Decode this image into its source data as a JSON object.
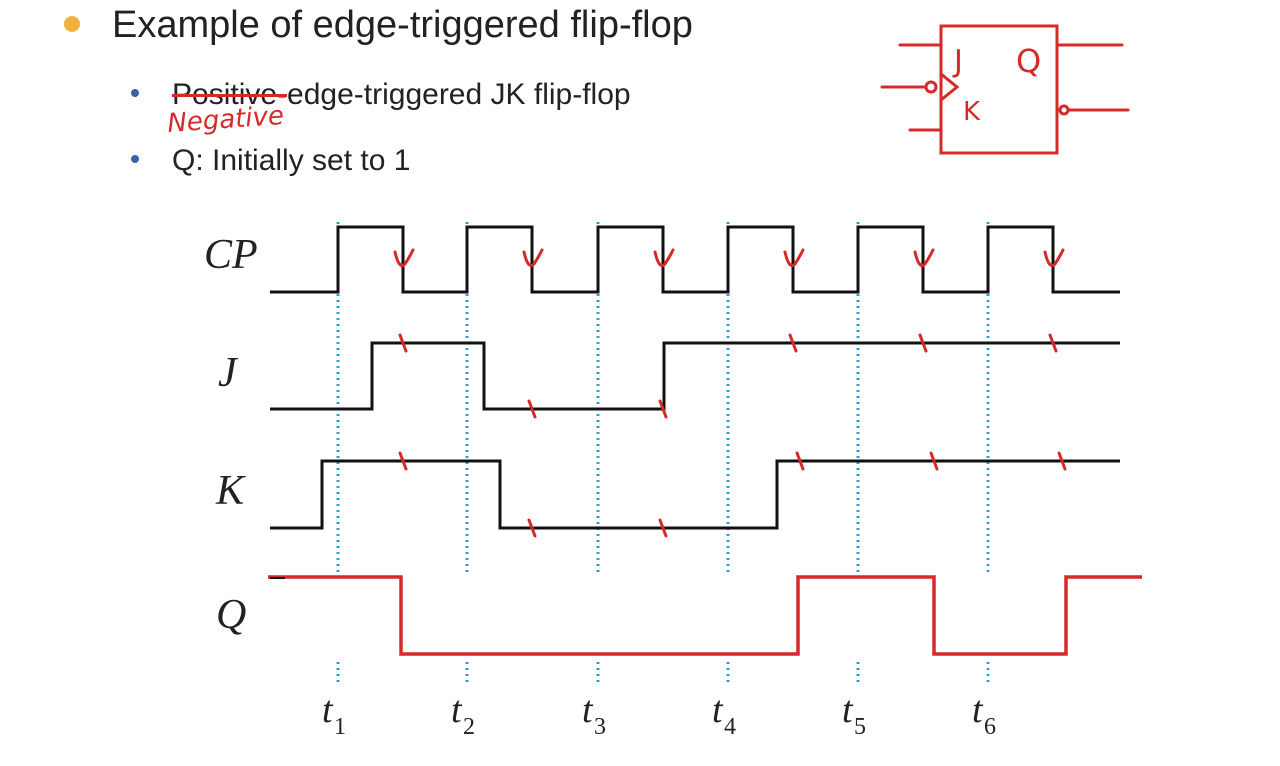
{
  "colors": {
    "bullet_main": "#F2B33D",
    "bullet_sub": "#3A62A8",
    "ink": "#111111",
    "dotted": "#2E9FC9",
    "annotation": "#D42A2A"
  },
  "slide": {
    "title": "Example of edge-triggered flip-flop",
    "bullets": [
      {
        "struck": "Positive-",
        "rest": "edge-triggered JK flip-flop",
        "handwritten_insert": "Negative"
      },
      {
        "text": "Q: Initially set to 1"
      }
    ]
  },
  "symbol": {
    "j_label": "J",
    "k_label": "K",
    "q_label": "Q"
  },
  "timing": {
    "signals": [
      {
        "name": "CP",
        "levels": [
          0,
          1,
          0,
          1,
          0,
          1,
          0,
          1,
          0,
          1,
          0,
          1,
          0
        ]
      },
      {
        "name": "J",
        "levels": [
          0,
          1,
          0,
          1
        ]
      },
      {
        "name": "K",
        "levels": [
          0,
          1,
          0,
          1
        ]
      },
      {
        "name": "Q",
        "levels": [
          1,
          0,
          1,
          0,
          1
        ]
      }
    ],
    "time_labels": [
      {
        "base": "t",
        "sub": "1"
      },
      {
        "base": "t",
        "sub": "2"
      },
      {
        "base": "t",
        "sub": "3"
      },
      {
        "base": "t",
        "sub": "4"
      },
      {
        "base": "t",
        "sub": "5"
      },
      {
        "base": "t",
        "sub": "6"
      }
    ]
  }
}
